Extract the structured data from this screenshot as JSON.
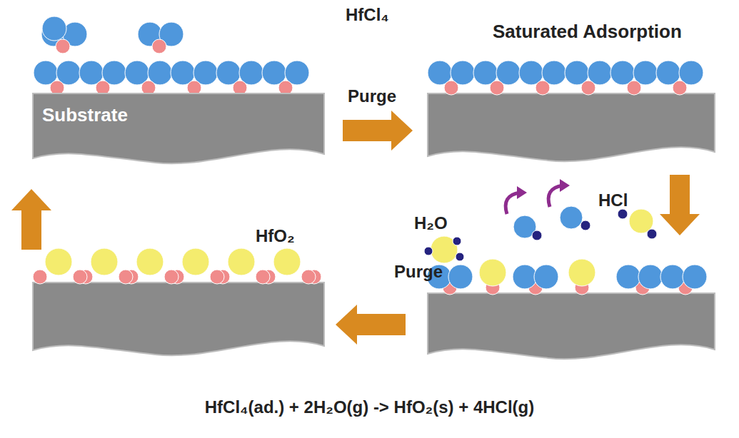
{
  "diagram": {
    "caption": "HfCl₄(ad.) + 2H₂O(g) -> HfO₂(s) + 4HCl(g)",
    "nodes": [
      {
        "text": [
          "Substrate"
        ]
      }
    ],
    "labels": [
      "HfCl₄",
      "Saturated Adsorption",
      "Purge",
      "HCl",
      "H₂O",
      "Purge",
      "HfO₂"
    ]
  }
}
